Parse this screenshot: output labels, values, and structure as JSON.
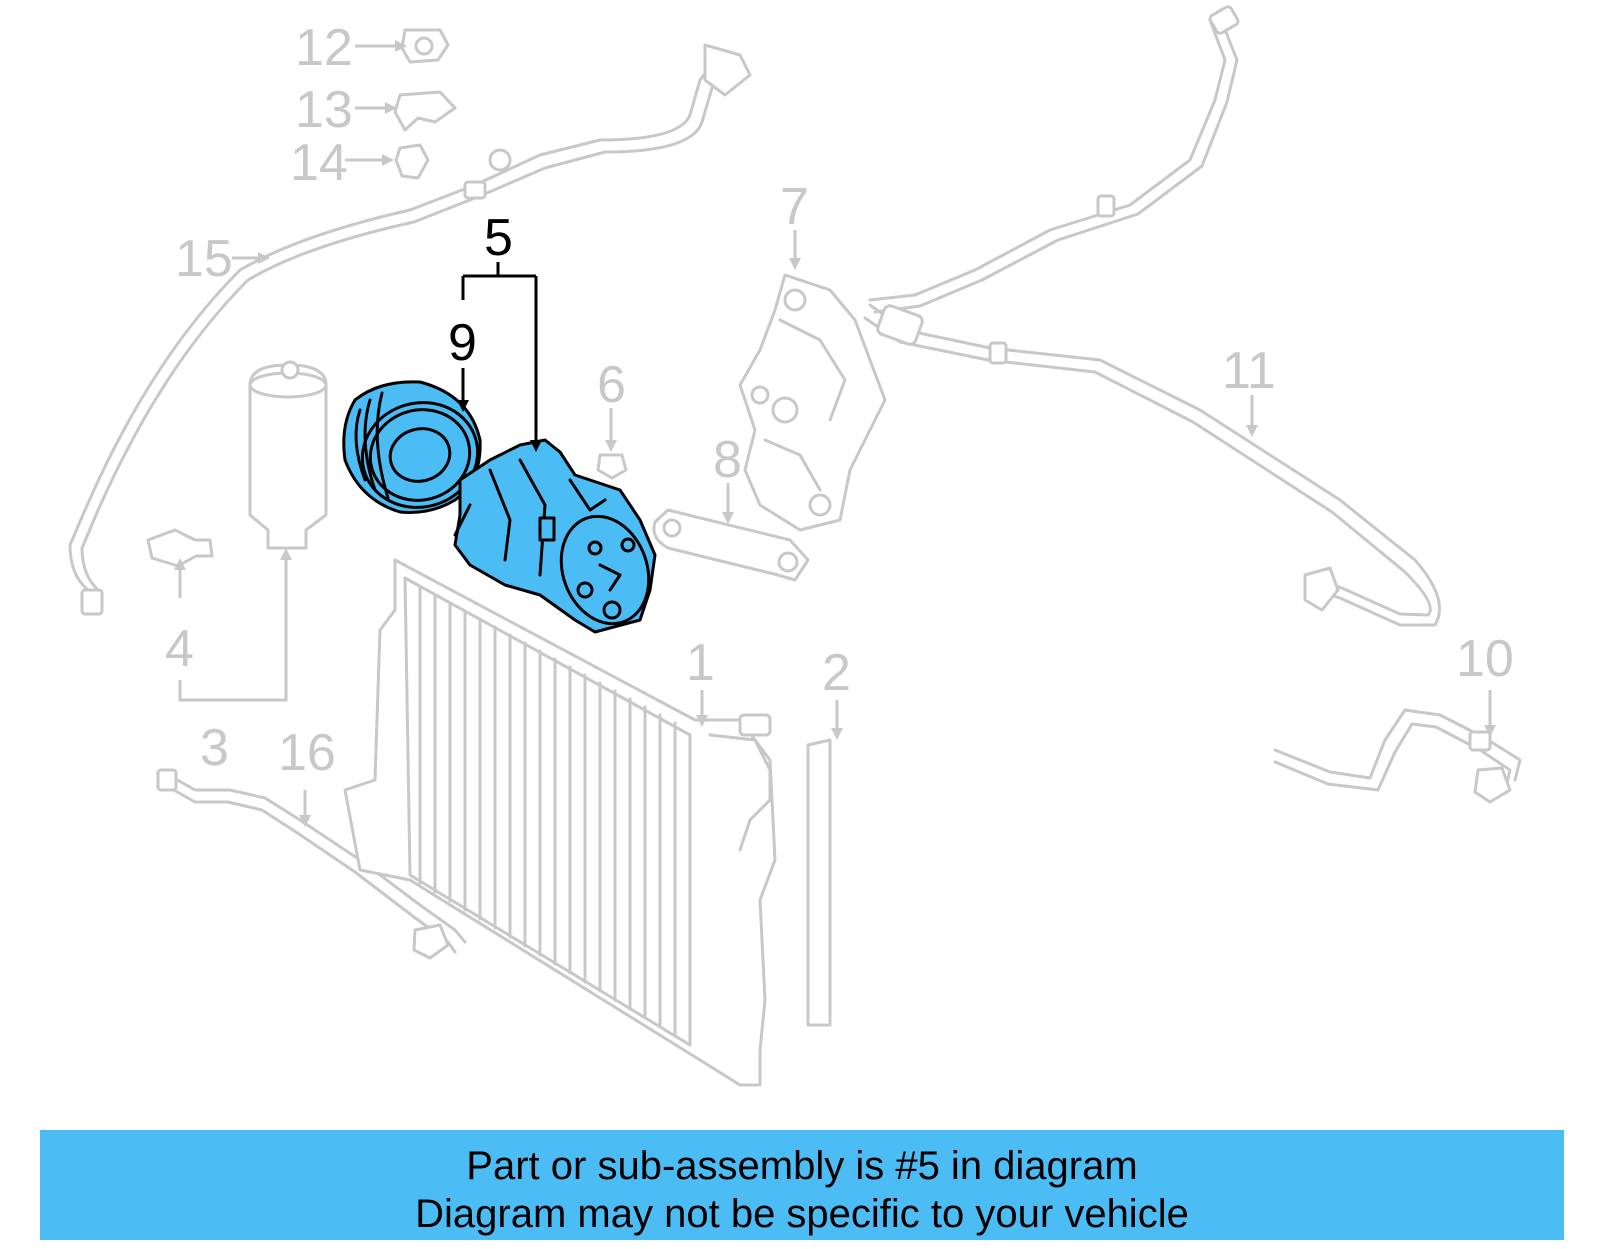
{
  "diagram": {
    "highlight_color": "#4bbcf4",
    "ghost_color": "#c8c8c8",
    "callouts": {
      "c1": "1",
      "c2": "2",
      "c3": "3",
      "c4": "4",
      "c5": "5",
      "c6": "6",
      "c7": "7",
      "c8": "8",
      "c9": "9",
      "c10": "10",
      "c11": "11",
      "c12": "12",
      "c13": "13",
      "c14": "14",
      "c15": "15",
      "c16": "16"
    },
    "highlighted_part": "5"
  },
  "banner": {
    "background": "#4bbcf4",
    "line1": "Part or sub-assembly is #5 in diagram",
    "line2": "Diagram may not be specific to your vehicle"
  }
}
